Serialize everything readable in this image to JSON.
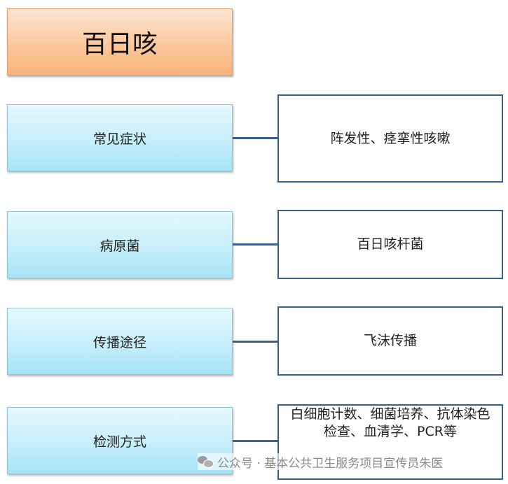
{
  "title": "百日咳",
  "rows": [
    {
      "category": "常见症状",
      "value": "阵发性、痉挛性咳嗽"
    },
    {
      "category": "病原菌",
      "value": "百日咳杆菌"
    },
    {
      "category": "传播途径",
      "value": "飞沫传播"
    },
    {
      "category": "检测方式",
      "value_lines": [
        "白细胞计数、细菌培养、抗体染色",
        "检查、血清学、PCR等"
      ]
    }
  ],
  "watermark": {
    "icon": "wechat-icon",
    "text": "公众号 · 基本公共卫生服务项目宣传员朱医"
  }
}
